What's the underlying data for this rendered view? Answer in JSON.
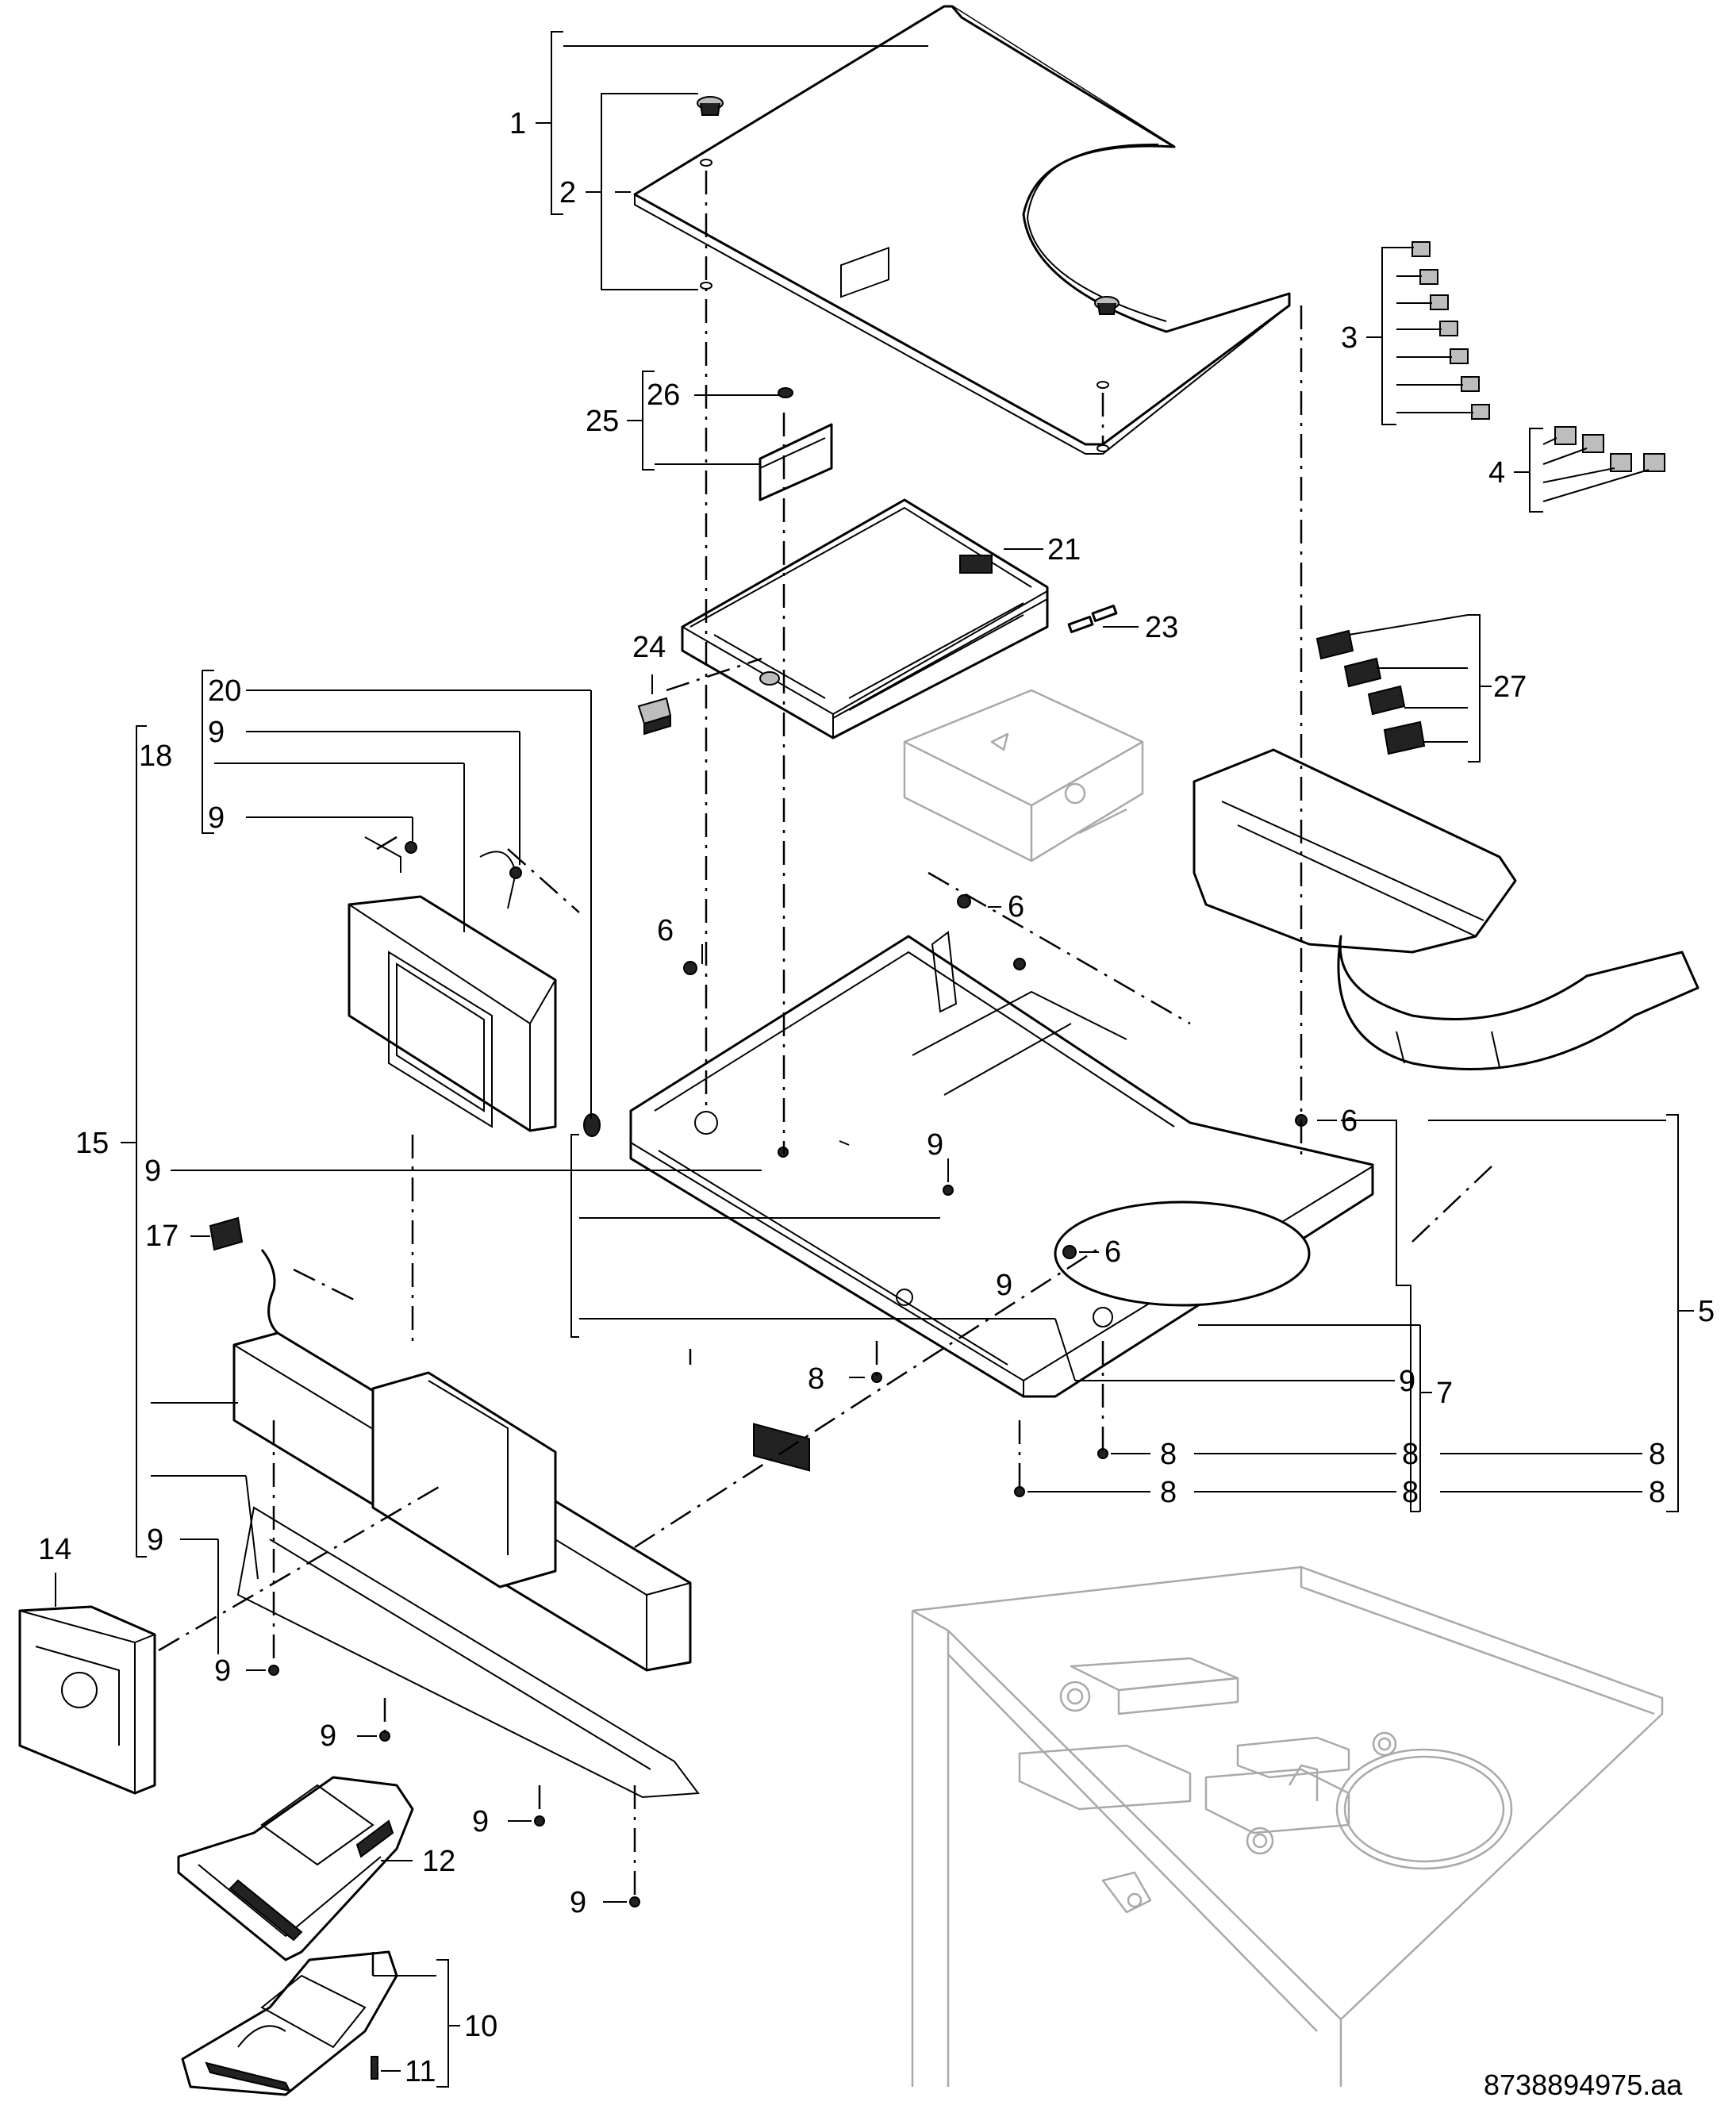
{
  "diagram": {
    "title": "",
    "drawing_number": "8738894975.aa"
  },
  "labels": [
    {
      "id": "1",
      "text": "1"
    },
    {
      "id": "2",
      "text": "2"
    },
    {
      "id": "3",
      "text": "3"
    },
    {
      "id": "4",
      "text": "4"
    },
    {
      "id": "25",
      "text": "25"
    },
    {
      "id": "26",
      "text": "26"
    },
    {
      "id": "21",
      "text": "21"
    },
    {
      "id": "23",
      "text": "23"
    },
    {
      "id": "24",
      "text": "24"
    },
    {
      "id": "27",
      "text": "27"
    },
    {
      "id": "20",
      "text": "20"
    },
    {
      "id": "18",
      "text": "18"
    },
    {
      "id": "9a",
      "text": "9"
    },
    {
      "id": "9b",
      "text": "9"
    },
    {
      "id": "6a",
      "text": "6"
    },
    {
      "id": "6b",
      "text": "6"
    },
    {
      "id": "6c",
      "text": "6"
    },
    {
      "id": "6d",
      "text": "6"
    },
    {
      "id": "15",
      "text": "15"
    },
    {
      "id": "9c",
      "text": "9"
    },
    {
      "id": "9d",
      "text": "9"
    },
    {
      "id": "9e",
      "text": "9"
    },
    {
      "id": "9f",
      "text": "9"
    },
    {
      "id": "5",
      "text": "5"
    },
    {
      "id": "17",
      "text": "17"
    },
    {
      "id": "8a",
      "text": "8"
    },
    {
      "id": "7",
      "text": "7"
    },
    {
      "id": "8b",
      "text": "8"
    },
    {
      "id": "8c",
      "text": "8"
    },
    {
      "id": "8d",
      "text": "8"
    },
    {
      "id": "8e",
      "text": "8"
    },
    {
      "id": "8f",
      "text": "8"
    },
    {
      "id": "8g",
      "text": "8"
    },
    {
      "id": "14",
      "text": "14"
    },
    {
      "id": "9g",
      "text": "9"
    },
    {
      "id": "9h",
      "text": "9"
    },
    {
      "id": "9i",
      "text": "9"
    },
    {
      "id": "9j",
      "text": "9"
    },
    {
      "id": "9k",
      "text": "9"
    },
    {
      "id": "12",
      "text": "12"
    },
    {
      "id": "10",
      "text": "10"
    },
    {
      "id": "11",
      "text": "11"
    }
  ]
}
